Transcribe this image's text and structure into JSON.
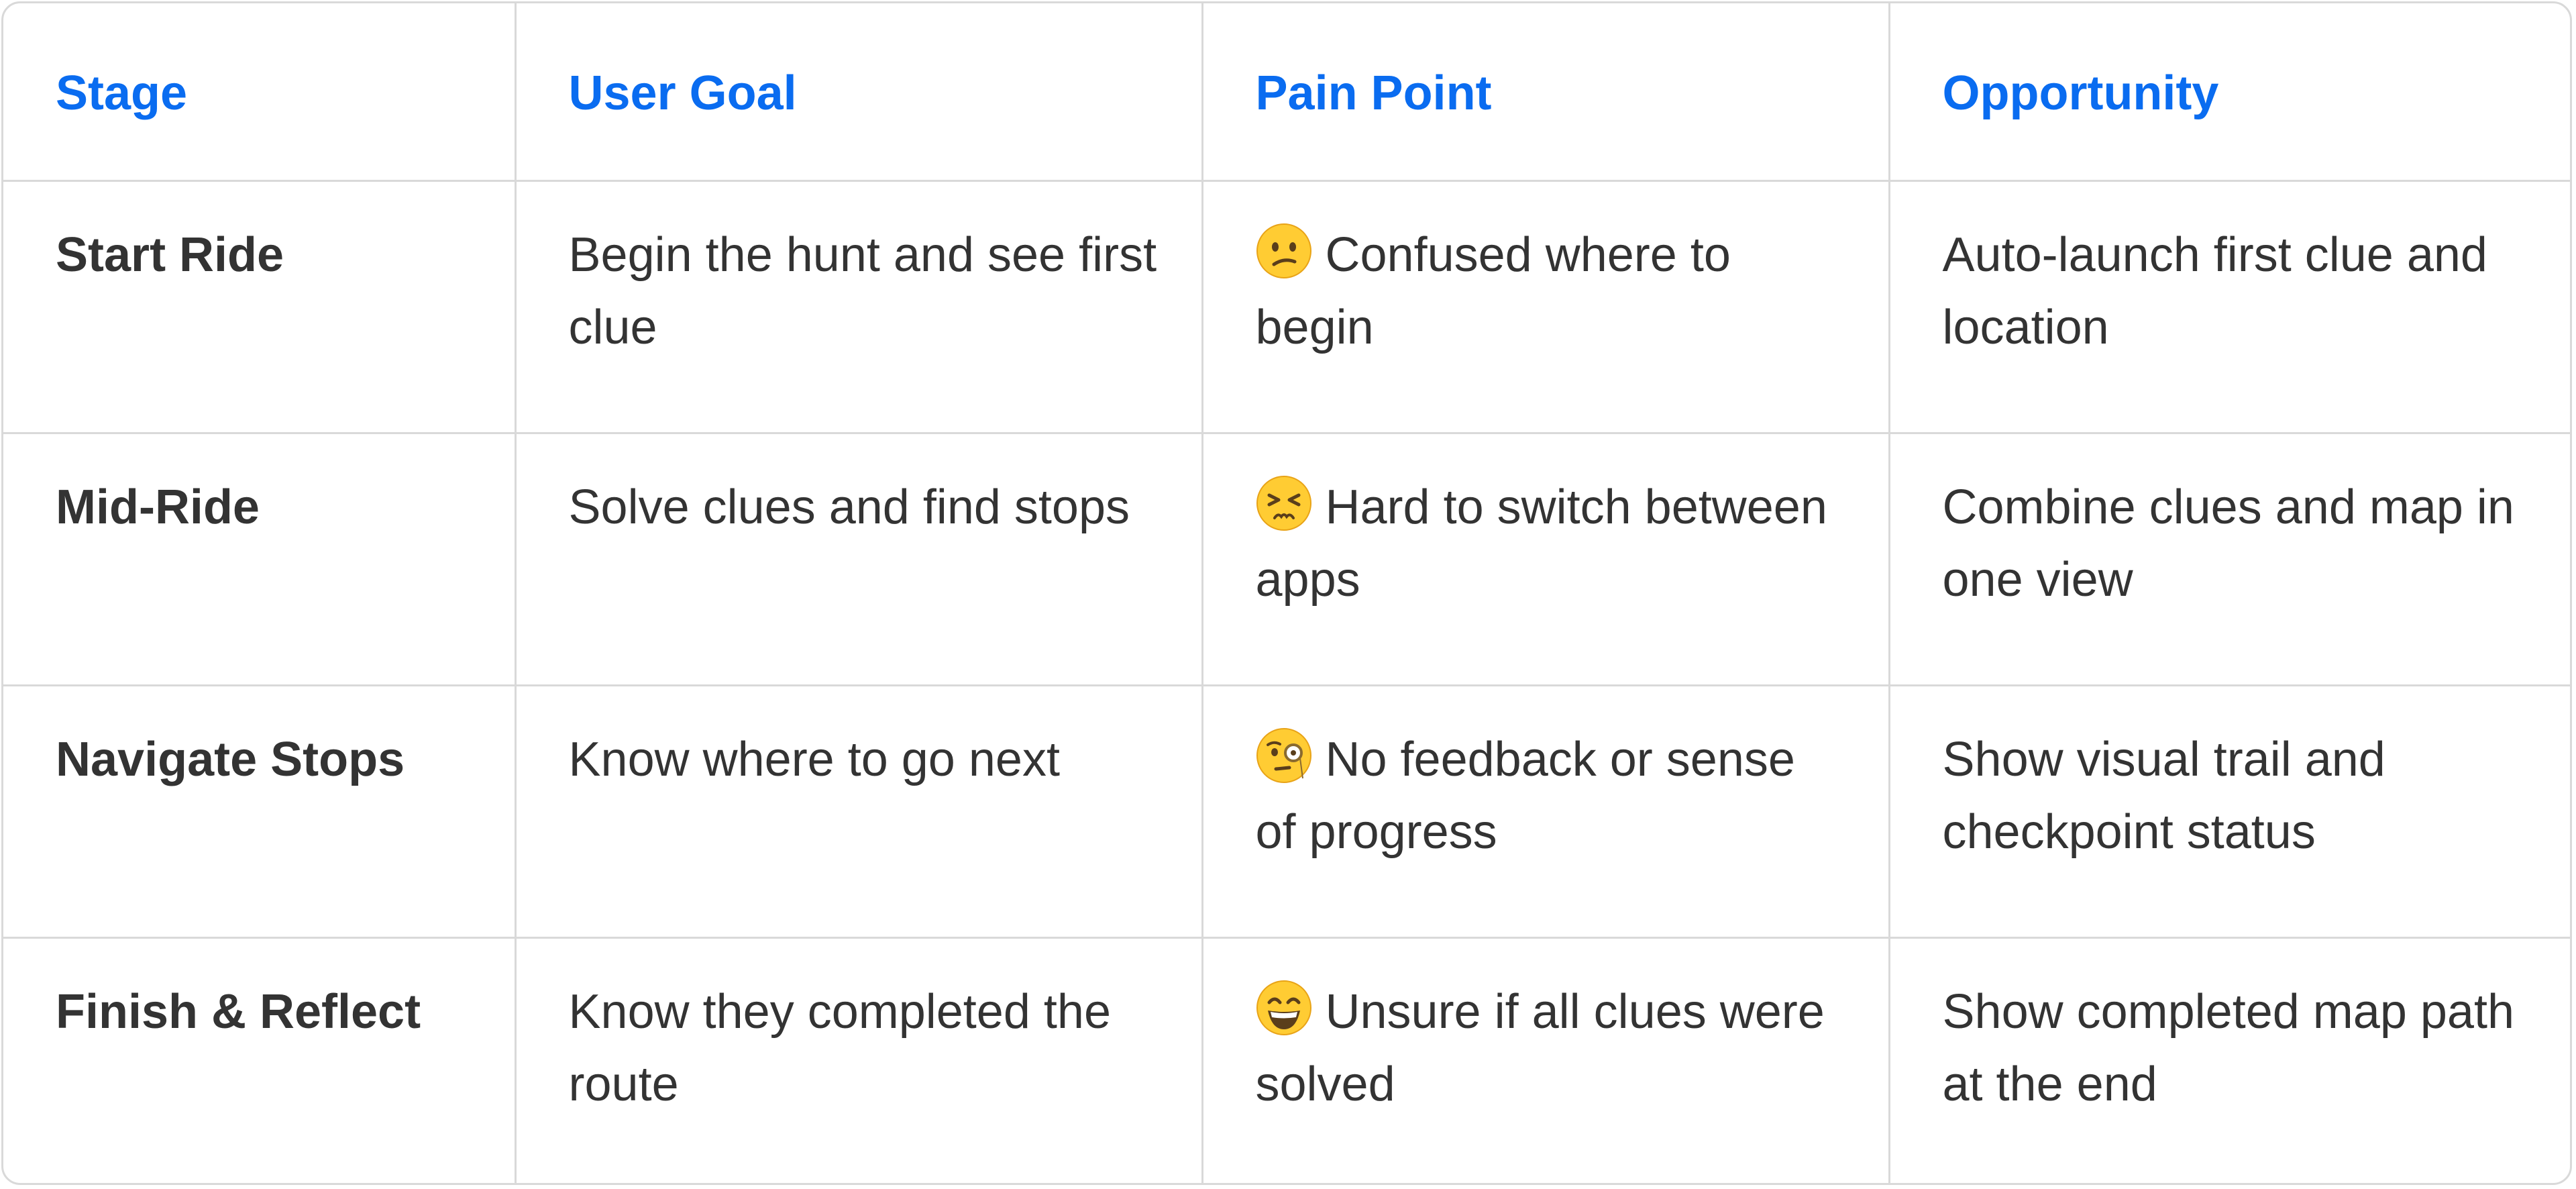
{
  "headers": {
    "stage": "Stage",
    "user_goal": "User Goal",
    "pain_point": "Pain Point",
    "opportunity": "Opportunity"
  },
  "accent_color": "#0a6cf0",
  "rows": [
    {
      "stage": "Start Ride",
      "user_goal": "Begin the hunt and see first clue",
      "pain_icon": "confused-face-icon",
      "pain_point": "Confused where to begin",
      "opportunity": "Auto-launch first clue and location"
    },
    {
      "stage": "Mid-Ride",
      "user_goal": "Solve clues and find stops",
      "pain_icon": "persevering-face-icon",
      "pain_point": "Hard to switch between apps",
      "opportunity": "Combine clues and map in one view"
    },
    {
      "stage": "Navigate Stops",
      "user_goal": "Know where to go next",
      "pain_icon": "monocle-face-icon",
      "pain_point": "No feedback or sense of progress",
      "opportunity": "Show visual trail and checkpoint status"
    },
    {
      "stage": "Finish & Reflect",
      "user_goal": "Know they completed the route",
      "pain_icon": "grinning-face-icon",
      "pain_point": "Unsure if all clues were solved",
      "opportunity": "Show completed map path at the end"
    }
  ]
}
